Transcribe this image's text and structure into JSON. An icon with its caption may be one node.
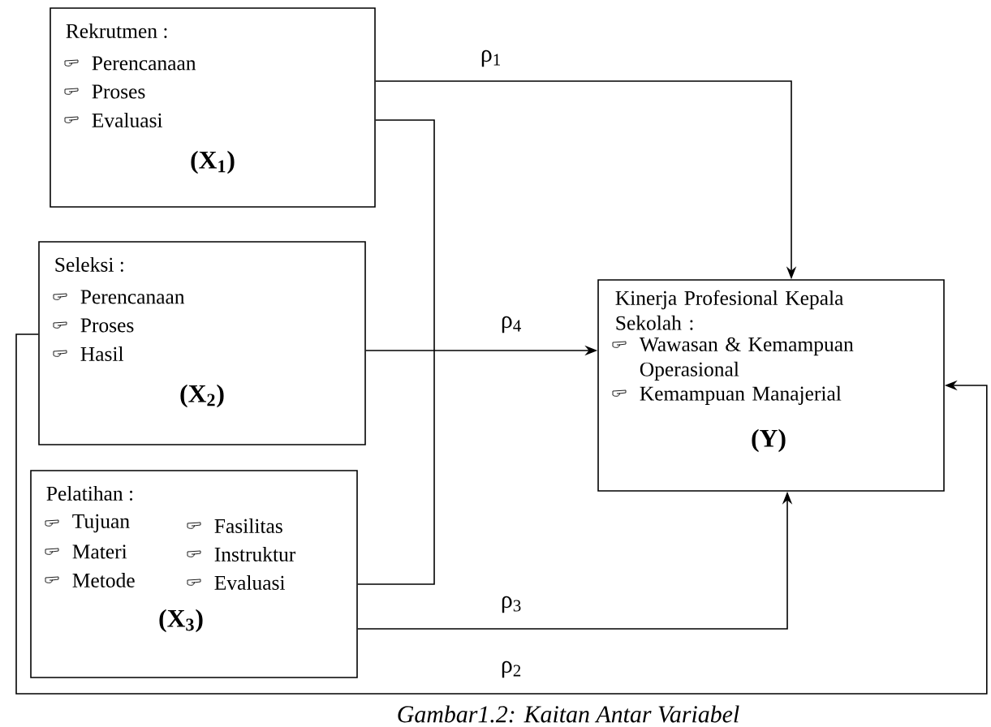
{
  "diagram": {
    "caption": "Gambar1.2: Kaitan Antar Variabel",
    "nodes": [
      {
        "text": [
          "Rekrutmen :",
          "Perencanaan",
          "Proses",
          "Evaluasi",
          "(X$_{1}$)"
        ]
      },
      {
        "text": [
          "Seleksi :",
          "Perencanaan",
          "Proses",
          "Hasil",
          "(X$_{2}$)"
        ]
      },
      {
        "text": [
          "Pelatihan :",
          "Tujuan",
          "Materi",
          "Metode",
          "Fasilitas",
          "Instruktur",
          "Evaluasi",
          "(X$_{3}$)"
        ]
      },
      {
        "text": [
          "Kinerja Profesional Kepala Sekolah :",
          "Wawasan & Kemampuan Operasional",
          "Kemampuan Manajerial",
          "(Y)"
        ]
      }
    ],
    "edges": [
      {
        "from": 0,
        "to": 3,
        "arrow": "to",
        "label": "ρ$_{1}$"
      },
      {
        "from": 0,
        "to": 2,
        "arrow": "none"
      },
      {
        "from": 1,
        "to": 3,
        "arrow": "to",
        "label": "ρ$_{4}$"
      },
      {
        "from": 2,
        "to": 3,
        "arrow": "to",
        "label": "ρ$_{3}$"
      },
      {
        "from": 1,
        "to": 3,
        "arrow": "to",
        "label": "ρ$_{2}$"
      }
    ]
  }
}
